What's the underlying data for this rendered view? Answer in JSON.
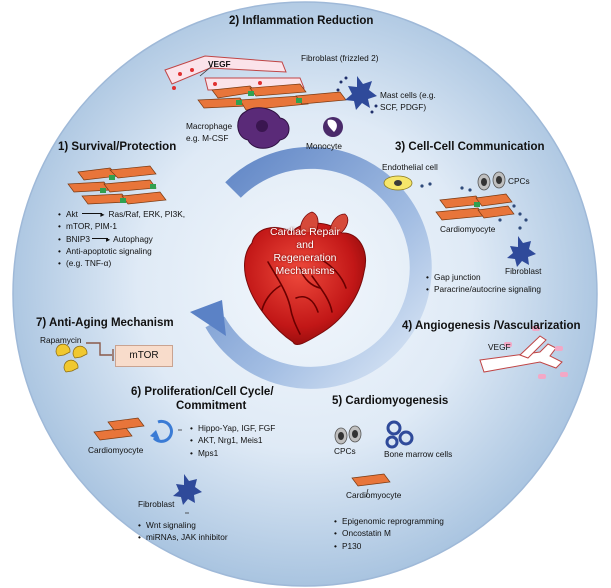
{
  "center": {
    "line1": "Cardiac Repair",
    "line2": "and",
    "line3": "Regeneration",
    "line4": "Mechanisms"
  },
  "sections": {
    "inflammation": {
      "title": "2) Inflammation Reduction",
      "vegf": "VEGF",
      "fibroblast": "Fibroblast (frizzled 2)",
      "mast_line1": "Mast cells (e.g.",
      "mast_line2": "SCF, PDGF)",
      "macrophage_line1": "Macrophage",
      "macrophage_line2": "e.g. M-CSF",
      "monocyte": "Monocyte"
    },
    "survival": {
      "title": "1) Survival/Protection",
      "items": [
        {
          "a": "Akt",
          "b": "Ras/Raf, ERK, PI3K,"
        },
        {
          "a": "mTOR, PIM-1"
        },
        {
          "a": "BNIP3",
          "b": "Autophagy"
        },
        {
          "a": "Anti-apoptotic signaling"
        },
        {
          "a": "(e.g. TNF-α)"
        }
      ]
    },
    "cellcomm": {
      "title": "3) Cell-Cell Communication",
      "endothelial": "Endothelial cell",
      "cpcs": "CPCs",
      "cardiomyocyte": "Cardiomyocyte",
      "fibroblast": "Fibroblast",
      "bullets": [
        "Gap junction",
        "Paracrine/autocrine signaling"
      ]
    },
    "antiaging": {
      "title": "7) Anti-Aging Mechanism",
      "rapamycin": "Rapamycin",
      "mtor": "mTOR"
    },
    "angio": {
      "title": "4) Angiogenesis /Vascularization",
      "vegf": "VEGF"
    },
    "prolif": {
      "title_line1": "6) Proliferation/Cell Cycle/",
      "title_line2": "Commitment",
      "cardiomyocyte": "Cardiomyocyte",
      "items": [
        "Hippo-Yap, IGF, FGF",
        "AKT, Nrg1, Meis1",
        "Mps1"
      ],
      "fibroblast": "Fibroblast",
      "fib_items": [
        "Wnt signaling",
        "miRNAs, JAK inhibitor"
      ]
    },
    "cardiomyo": {
      "title": "5) Cardiomyogenesis",
      "cpcs": "CPCs",
      "bone_marrow": "Bone marrow cells",
      "cardiomyocyte": "Cardiomyocyte",
      "items": [
        "Epigenomic reprogramming",
        "Oncostatin M",
        "P130"
      ]
    }
  },
  "colors": {
    "disc_outer": "#b7cfe6",
    "disc_inner": "#e4eef8",
    "cell_orange": "#e8753a",
    "heart_red": "#c81e1e",
    "arrow_blue": "#6b8fc9",
    "fibroblast_blue": "#2f4a9a",
    "monocyte_purple": "#4a2a6a",
    "vessel_pink": "#f3b0c8"
  }
}
